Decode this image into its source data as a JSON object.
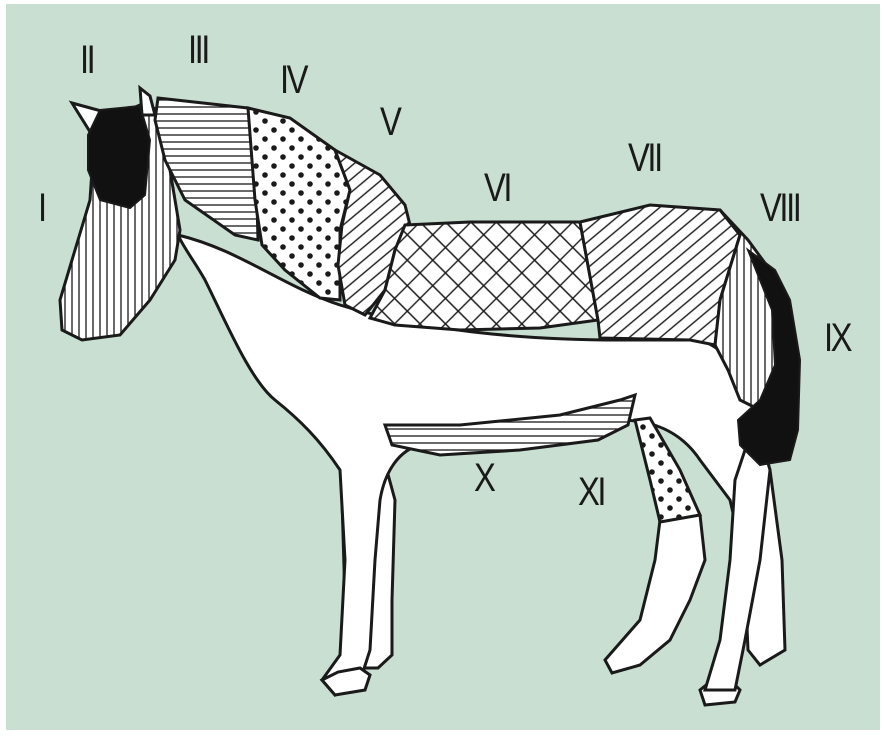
{
  "colors": {
    "background": "#c9dfd1",
    "outline": "#1a1a1a",
    "body_fill": "#ffffff",
    "solid_fill": "#111111"
  },
  "regions": [
    {
      "label": "I",
      "pattern": "vertical-lines"
    },
    {
      "label": "II",
      "pattern": "solid-black"
    },
    {
      "label": "III",
      "pattern": "horizontal-lines"
    },
    {
      "label": "IV",
      "pattern": "dots"
    },
    {
      "label": "V",
      "pattern": "diagonal-lines"
    },
    {
      "label": "VI",
      "pattern": "cross-hatch"
    },
    {
      "label": "VII",
      "pattern": "diagonal-lines"
    },
    {
      "label": "VIII",
      "pattern": "vertical-lines"
    },
    {
      "label": "IX",
      "pattern": "solid-black"
    },
    {
      "label": "X",
      "pattern": "horizontal-lines"
    },
    {
      "label": "XI",
      "pattern": "dots"
    }
  ]
}
